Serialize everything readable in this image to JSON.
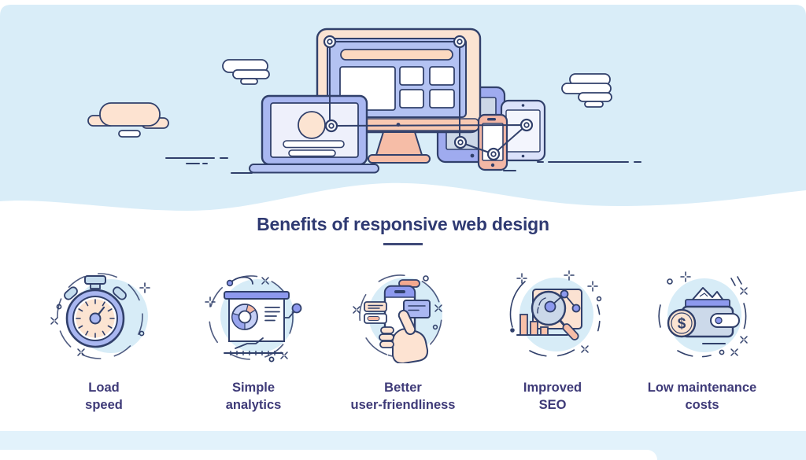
{
  "page": {
    "title": "Benefits of responsive web design"
  },
  "hero": {
    "illustration": "responsive-devices-illustration",
    "depicts": [
      "desktop-monitor",
      "laptop",
      "tablet",
      "smartphone",
      "phablet",
      "clouds",
      "connection-nodes"
    ]
  },
  "benefits": [
    {
      "icon": "stopwatch-icon",
      "label_line1": "Load",
      "label_line2": "speed"
    },
    {
      "icon": "analytics-board-icon",
      "label_line1": "Simple",
      "label_line2": "analytics"
    },
    {
      "icon": "phone-in-hand-icon",
      "label_line1": "Better",
      "label_line2": "user-friendliness"
    },
    {
      "icon": "seo-magnifier-icon",
      "label_line1": "Improved",
      "label_line2": "SEO"
    },
    {
      "icon": "wallet-icon",
      "label_line1": "Low maintenance",
      "label_line2": "costs"
    }
  ],
  "colors": {
    "hero_background": "#d9edf8",
    "title_text": "#2f3a72",
    "label_text": "#3e3a78",
    "outline_navy": "#31406b",
    "periwinkle": "#a9b7f1",
    "periwinkle_dark": "#8d99ee",
    "peach": "#fbe3d2",
    "salmon": "#f6bda7",
    "icon_circle_bg": "#d7ecf7",
    "footer_strip": "#e2f2fb"
  }
}
